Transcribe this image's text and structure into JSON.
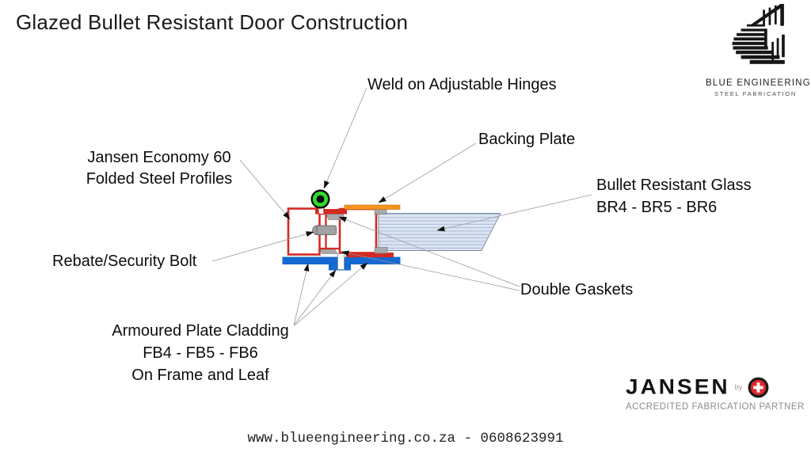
{
  "slide": {
    "title": "Glazed Bullet Resistant Door Construction",
    "footer": "www.blueengineering.co.za - 0608623991"
  },
  "labels": {
    "weld": "Weld on Adjustable Hinges",
    "backing_plate": "Backing Plate",
    "profiles": "Jansen Economy 60\nFolded Steel Profiles",
    "rebate_bolt": "Rebate/Security Bolt",
    "glass": "Bullet Resistant Glass\nBR4 - BR5 - BR6",
    "double_gaskets": "Double Gaskets",
    "armoured": "Armoured Plate Cladding\nFB4 - FB5 - FB6\nOn Frame and Leaf"
  },
  "blue_engineering_logo": {
    "name": "BLUE ENGINEERING",
    "tagline": "STEEL FABRICATION"
  },
  "jansen_logo": {
    "brand": "JANSEN",
    "by": "by",
    "tagline": "ACCREDITED FABRICATION PARTNER"
  },
  "colors": {
    "profile_red": "#d42a22",
    "hinge_green": "#2bdd2b",
    "cladding_blue": "#1668d2",
    "backing_orange": "#f7941e",
    "glass_blue": "#dbe4f1",
    "gasket_gray": "#a9a9a9",
    "jansen_red": "#e0262e"
  }
}
